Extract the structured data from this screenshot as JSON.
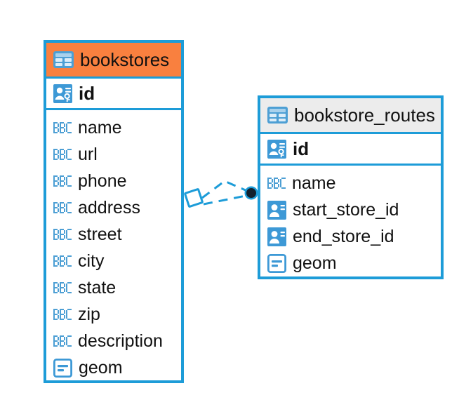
{
  "diagram": {
    "type": "entity-relationship-diagram",
    "background": "#FFFFFF",
    "colors": {
      "border": "#1D9CD8",
      "accent_blue": "#1D9CD8",
      "icon_blue": "#4D9FD4",
      "header_orange": "#F9803F",
      "header_gray": "#ECECEC",
      "text": "#111111",
      "endpoint_dark": "#12212E"
    }
  },
  "entities": [
    {
      "name": "bookstores",
      "header_style": "orange",
      "table_icon": "table-icon",
      "primary_key": {
        "label": "id",
        "icon": "primary-key-icon",
        "type": "pk"
      },
      "fields": [
        {
          "label": "name",
          "icon": "abc-text-icon",
          "type": "text"
        },
        {
          "label": "url",
          "icon": "abc-text-icon",
          "type": "text"
        },
        {
          "label": "phone",
          "icon": "abc-text-icon",
          "type": "text"
        },
        {
          "label": "address",
          "icon": "abc-text-icon",
          "type": "text"
        },
        {
          "label": "street",
          "icon": "abc-text-icon",
          "type": "text"
        },
        {
          "label": "city",
          "icon": "abc-text-icon",
          "type": "text"
        },
        {
          "label": "state",
          "icon": "abc-text-icon",
          "type": "text"
        },
        {
          "label": "zip",
          "icon": "abc-text-icon",
          "type": "text"
        },
        {
          "label": "description",
          "icon": "abc-text-icon",
          "type": "text"
        },
        {
          "label": "geom",
          "icon": "geometry-icon",
          "type": "geometry"
        }
      ]
    },
    {
      "name": "bookstore_routes",
      "header_style": "gray",
      "table_icon": "table-icon",
      "primary_key": {
        "label": "id",
        "icon": "primary-key-icon",
        "type": "pk"
      },
      "fields": [
        {
          "label": "name",
          "icon": "abc-text-icon",
          "type": "text"
        },
        {
          "label": "start_store_id",
          "icon": "foreign-key-icon",
          "type": "fk"
        },
        {
          "label": "end_store_id",
          "icon": "foreign-key-icon",
          "type": "fk"
        },
        {
          "label": "geom",
          "icon": "geometry-icon",
          "type": "geometry"
        }
      ]
    }
  ],
  "relationship": {
    "style": "dashed",
    "color": "#1D9CD8",
    "source_marker": "diamond-outline",
    "target_marker": "filled-circle",
    "from": "bookstores",
    "to": "bookstore_routes"
  }
}
